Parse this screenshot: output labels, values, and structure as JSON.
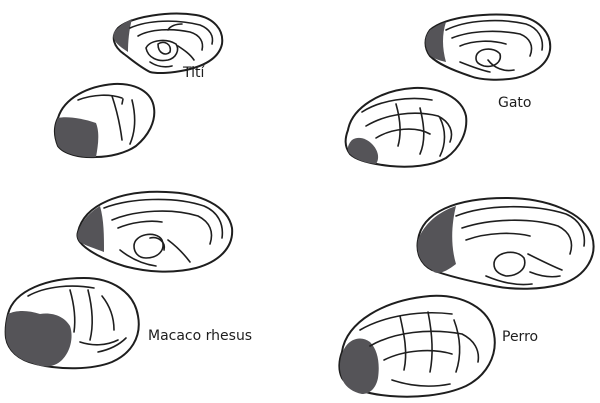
{
  "labels": {
    "titi": "Tití",
    "gato": "Gato",
    "macaco": "Macaco rhesus",
    "perro": "Perro"
  },
  "colors": {
    "outline": "#1e1e1e",
    "prefrontal_shading": "#555458",
    "background": "#ffffff"
  }
}
